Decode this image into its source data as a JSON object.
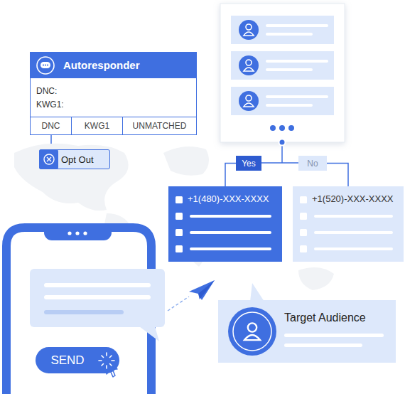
{
  "diagram": {
    "nodes": [
      {
        "text": [
          "Autoresponder",
          "DNC:",
          "KWG1:"
        ]
      },
      {
        "text": [
          "DNC"
        ],
        "in": 0
      },
      {
        "text": [
          "KWG1"
        ],
        "in": 0
      },
      {
        "text": [
          "UNMATCHED"
        ],
        "in": 0
      },
      {
        "text": [
          "Opt Out"
        ]
      },
      {
        "text": [
          "Yes"
        ]
      },
      {
        "text": [
          "No"
        ]
      },
      {
        "text": [
          "+1(480)-XXX-XXXX"
        ]
      },
      {
        "text": [
          "+1(520)-XXX-XXXX"
        ]
      },
      {
        "text": [
          "Target Audience"
        ]
      },
      {
        "text": [
          "SEND"
        ]
      }
    ],
    "edges": [
      {
        "from": 1,
        "to": 4,
        "arrow": "none"
      },
      {
        "from": 5,
        "to": 7,
        "arrow": "none"
      },
      {
        "from": 6,
        "to": 8,
        "arrow": "none"
      }
    ]
  }
}
